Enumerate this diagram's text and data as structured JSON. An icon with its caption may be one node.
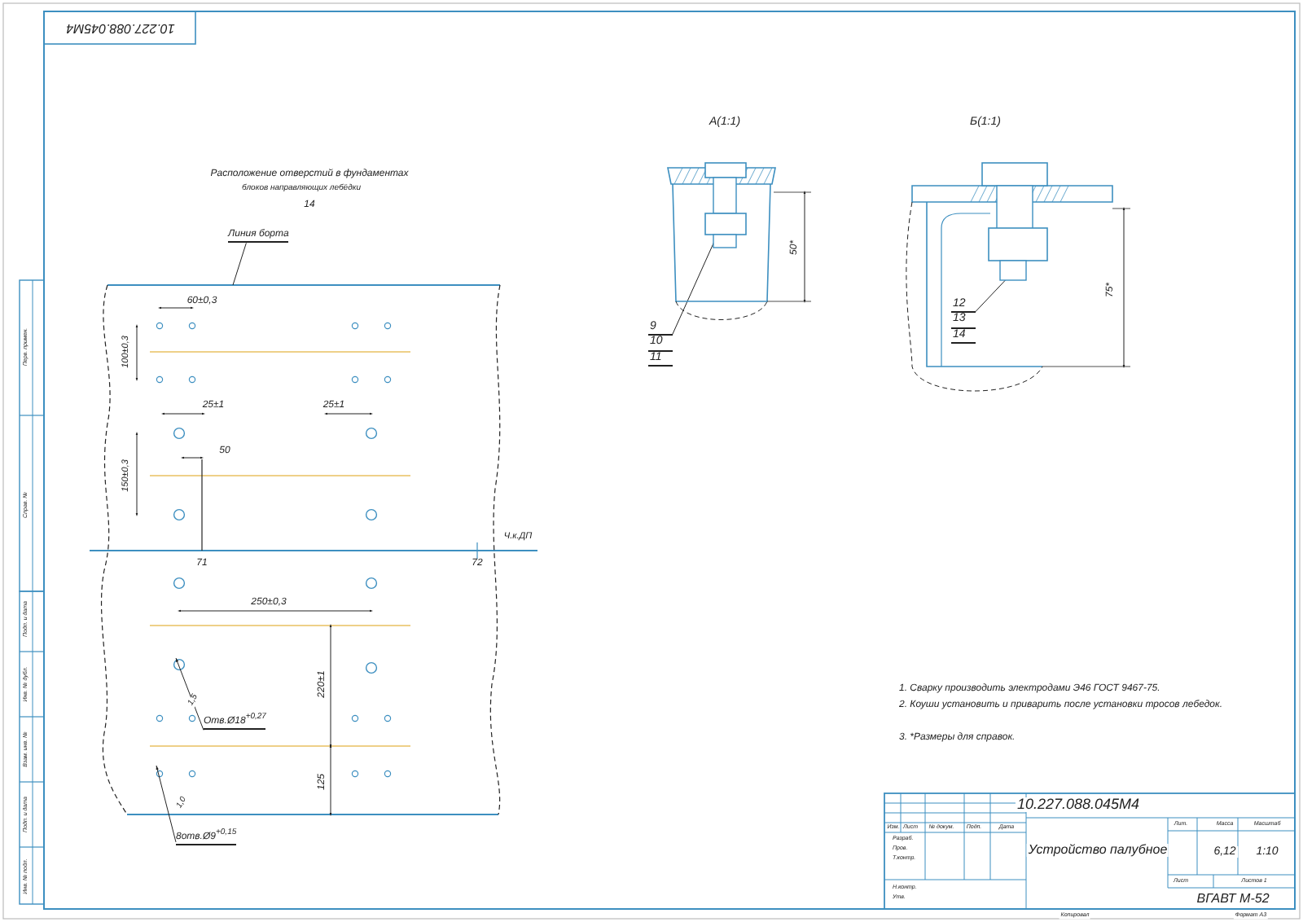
{
  "diagram": {
    "nodes": [
      {
        "text": [
          "Линия борта"
        ]
      },
      {
        "text": [
          "9",
          "10",
          "11"
        ]
      },
      {
        "text": [
          "12",
          "13",
          "14"
        ]
      },
      {
        "text": [
          "Отв.Ø18$^{+0,27}$"
        ]
      },
      {
        "text": [
          "8отв.Ø9$^{+0,15}$"
        ]
      }
    ],
    "edges": [
      {
        "from": 0,
        "to": null,
        "arrow": "none"
      },
      {
        "from": 1,
        "to": null,
        "arrow": "none"
      },
      {
        "from": 2,
        "to": null,
        "arrow": "none"
      },
      {
        "from": 3,
        "to": null,
        "arrow": "to"
      },
      {
        "from": 4,
        "to": null,
        "arrow": "to"
      }
    ],
    "labels": [
      "10.227.088.045М4",
      "Расположение отверстий в фундаментах",
      "блоков направляющих лебёдки",
      "14",
      "А(1:1)",
      "Б(1:1)",
      "50*",
      "75*",
      "60±0,3",
      "100±0,3",
      "25±1",
      "25±1",
      "50",
      "150±0,3",
      "71",
      "72",
      "Ч.к.ДП",
      "250±0,3",
      "220±1",
      "1,5",
      "125",
      "1,0",
      "1. Сварку производить электродами Э46 ГОСТ 9467-75.",
      "2. Коуши установить и приварить после установки тросов лебедок.",
      "3. *Размеры для справок.",
      "10.227.088.045М4",
      "Изм.",
      "Лист",
      "№ докум.",
      "Подп.",
      "Дата",
      "Разраб.",
      "Пров.",
      "Т.контр.",
      "Н.контр.",
      "Утв.",
      "Устройство палубное",
      "Лит.",
      "Масса",
      "Масштаб",
      "6,12",
      "1:10",
      "Лист",
      "Листов 1",
      "ВГАВТ М-52",
      "Копировал",
      "Формат А3",
      "Перв. примен.",
      "Справ. №",
      "Подп. и дата",
      "Инв. № дубл.",
      "Взам. инв. №",
      "Подп. и дата",
      "Инв. № подл."
    ]
  }
}
